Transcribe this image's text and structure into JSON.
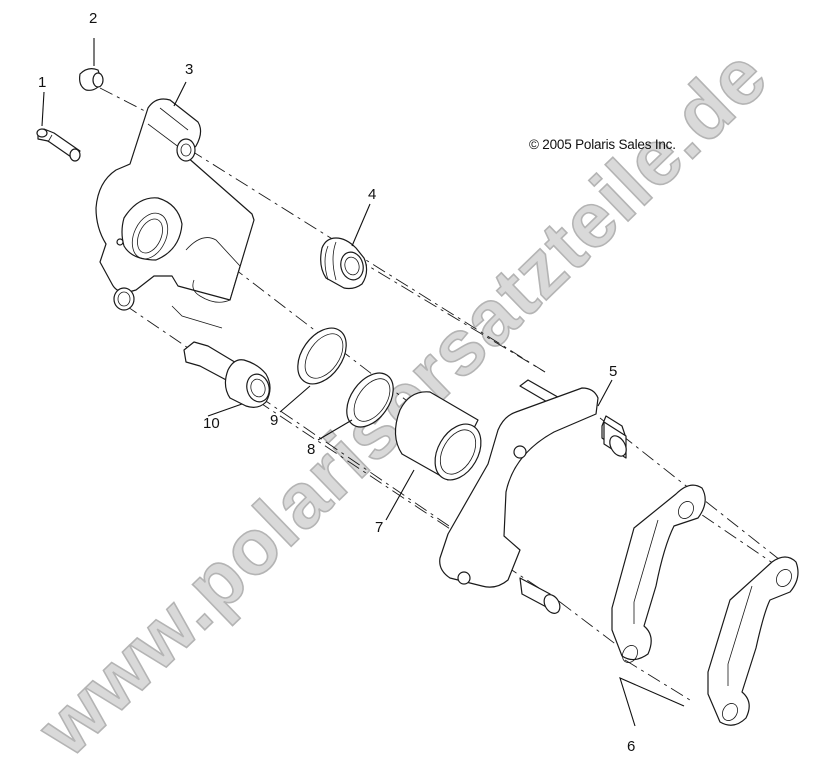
{
  "diagram": {
    "type": "exploded-parts-view",
    "subject": "brake caliper assembly",
    "copyright": "© 2005 Polaris Sales Inc.",
    "watermark": "www.polarisersatzteile.de",
    "callouts": [
      {
        "id": "1",
        "label": "1",
        "part": "bleeder-screw"
      },
      {
        "id": "2",
        "label": "2",
        "part": "bleeder-cap"
      },
      {
        "id": "3",
        "label": "3",
        "part": "caliper-body"
      },
      {
        "id": "4",
        "label": "4",
        "part": "pin-boot-upper"
      },
      {
        "id": "5",
        "label": "5",
        "part": "caliper-bracket"
      },
      {
        "id": "6",
        "label": "6",
        "part": "brake-pads"
      },
      {
        "id": "7",
        "label": "7",
        "part": "piston"
      },
      {
        "id": "8",
        "label": "8",
        "part": "dust-seal"
      },
      {
        "id": "9",
        "label": "9",
        "part": "piston-seal"
      },
      {
        "id": "10",
        "label": "10",
        "part": "slide-pin-boot-lower"
      }
    ]
  }
}
